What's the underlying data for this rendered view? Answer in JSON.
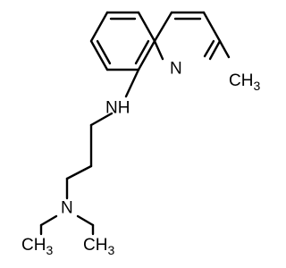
{
  "molecule": {
    "atom_labels": {
      "ring_nitrogen": "N",
      "amine_nh": "NH",
      "tertiary_n": "N",
      "methyl_top": "CH",
      "methyl_top_sub": "3",
      "methyl_bottom_left": "CH",
      "methyl_bottom_left_sub": "3",
      "methyl_bottom_right": "CH",
      "methyl_bottom_right_sub": "3"
    },
    "colors": {
      "bond": "#000000",
      "label": "#000000",
      "background": "#ffffff"
    }
  }
}
